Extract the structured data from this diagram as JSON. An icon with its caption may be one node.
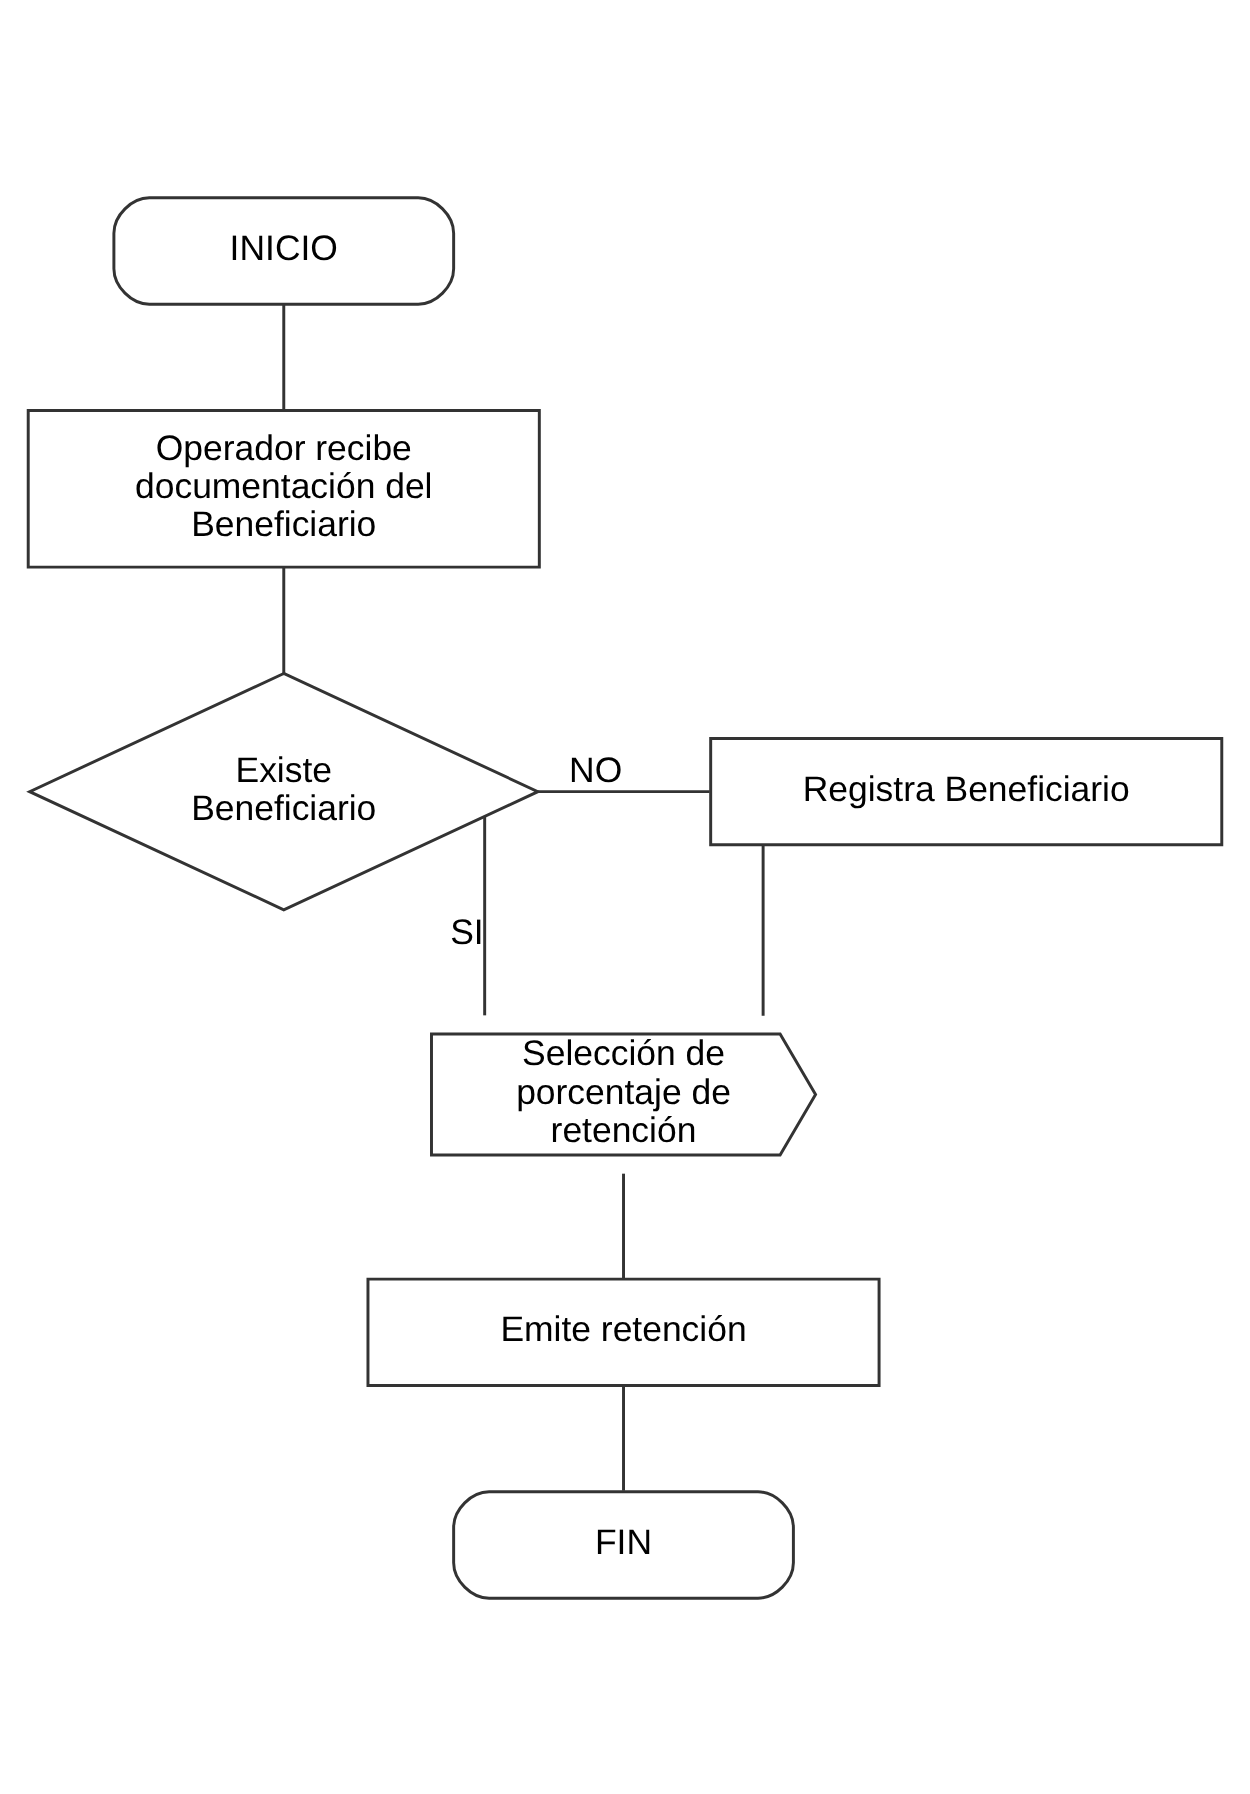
{
  "diagram": {
    "nodes": [
      {
        "text": [
          "INICIO"
        ]
      },
      {
        "text": [
          "Operador recibe documentación del Beneficiario"
        ]
      },
      {
        "text": [
          "Existe Beneficiario"
        ]
      },
      {
        "text": [
          "Registra Beneficiario"
        ]
      },
      {
        "text": [
          "Selección de porcentaje de retención"
        ]
      },
      {
        "text": [
          "Emite retención"
        ]
      },
      {
        "text": [
          "FIN"
        ]
      }
    ],
    "edges": [
      {
        "from": 0,
        "to": 1,
        "arrow": "none"
      },
      {
        "from": 1,
        "to": 2,
        "arrow": "none"
      },
      {
        "from": 2,
        "to": 3,
        "arrow": "none",
        "label": "NO"
      },
      {
        "from": 3,
        "to": 4,
        "arrow": "none"
      },
      {
        "from": 2,
        "to": 4,
        "arrow": "none",
        "label": "SI"
      },
      {
        "from": 4,
        "to": 5,
        "arrow": "none"
      },
      {
        "from": 5,
        "to": 6,
        "arrow": "none"
      }
    ]
  }
}
